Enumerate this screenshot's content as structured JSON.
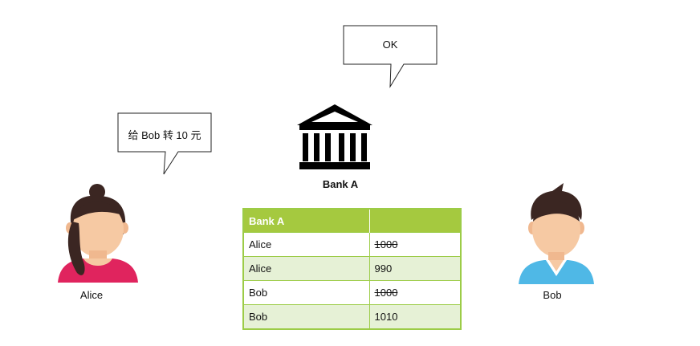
{
  "bubbles": {
    "bank_reply": "OK",
    "alice_request": "给 Bob 转 10 元"
  },
  "bank": {
    "label": "Bank A",
    "icon": "bank-building-icon"
  },
  "people": {
    "alice": {
      "label": "Alice",
      "icon": "person-female-icon"
    },
    "bob": {
      "label": "Bob",
      "icon": "person-male-icon"
    }
  },
  "ledger": {
    "header": [
      "Bank A",
      ""
    ],
    "rows": [
      {
        "name": "Alice",
        "amount": "1000",
        "struck": true
      },
      {
        "name": "Alice",
        "amount": "990",
        "struck": false
      },
      {
        "name": "Bob",
        "amount": "1000",
        "struck": true
      },
      {
        "name": "Bob",
        "amount": "1010",
        "struck": false
      }
    ]
  },
  "colors": {
    "table_header": "#a5c93f",
    "table_border": "#9ccc47",
    "table_alt_row": "#e6f1d6",
    "alice_top": "#e0245e",
    "bob_top": "#4fb8e6",
    "hair": "#3b2622",
    "skin": "#f6c9a3"
  }
}
